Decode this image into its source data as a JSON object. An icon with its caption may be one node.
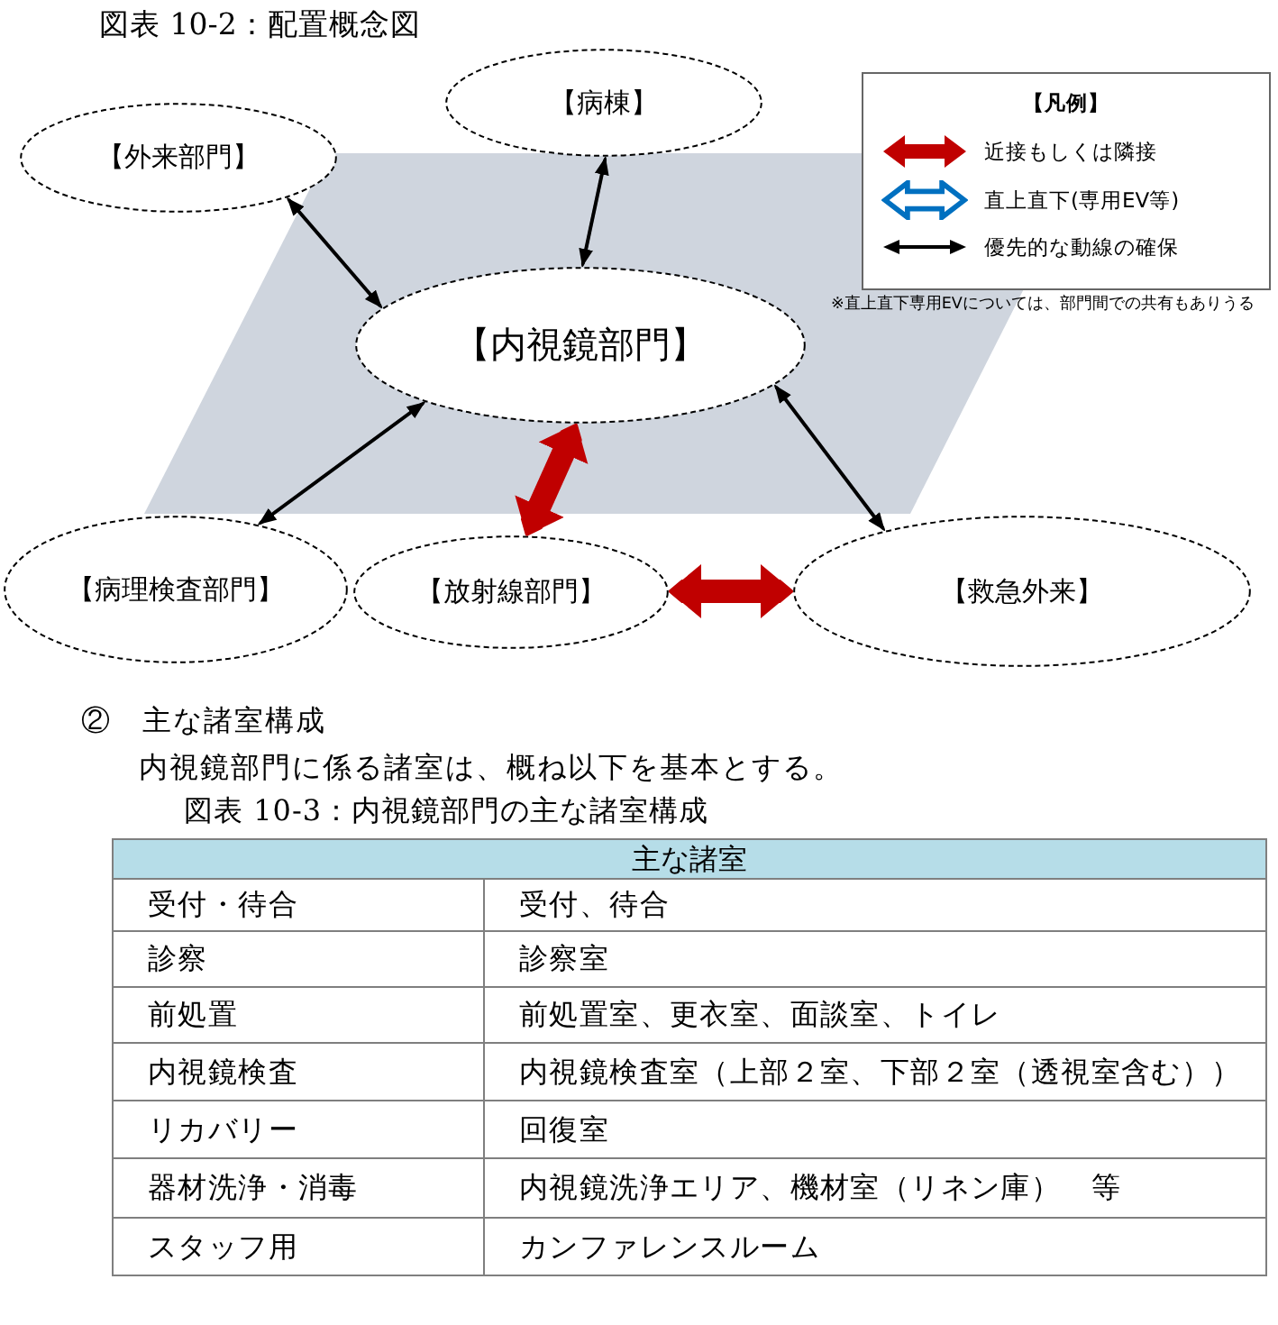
{
  "diagram": {
    "title": "図表 10-2：配置概念図",
    "nodes": [
      {
        "text": [
          "【外来部門】"
        ]
      },
      {
        "text": [
          "【病棟】"
        ]
      },
      {
        "text": [
          "【内視鏡部門】"
        ]
      },
      {
        "text": [
          "【病理検査部門】"
        ]
      },
      {
        "text": [
          "【放射線部門】"
        ]
      },
      {
        "text": [
          "【救急外来】"
        ]
      }
    ],
    "edges": [
      {
        "from": 0,
        "to": 2,
        "arrow": "both"
      },
      {
        "from": 1,
        "to": 2,
        "arrow": "both"
      },
      {
        "from": 2,
        "to": 3,
        "arrow": "both"
      },
      {
        "from": 2,
        "to": 4,
        "arrow": "both",
        "style": "thick",
        "color": "#c00000"
      },
      {
        "from": 2,
        "to": 5,
        "arrow": "both"
      },
      {
        "from": 4,
        "to": 5,
        "arrow": "both",
        "style": "thick",
        "color": "#c00000"
      }
    ],
    "labels": [
      "【凡例】",
      "※直上直下専用EVについては、部門間での共有もありうる",
      "②　主な諸室構成",
      "内視鏡部門に係る諸室は、概ね以下を基本とする。",
      "図表 10-3：内視鏡部門の主な諸室構成",
      "主な諸室",
      "受付・待合",
      "受付、待合",
      "診察",
      "診察室",
      "前処置",
      "前処置室、更衣室、面談室、トイレ",
      "内視鏡検査",
      "内視鏡検査室（上部２室、下部２室（透視室含む））",
      "リカバリー",
      "回復室",
      "器材洗浄・消毒",
      "内視鏡洗浄エリア、機材室（リネン庫）　等",
      "スタッフ用",
      "カンファレンスルーム"
    ],
    "legend": [
      {
        "text": "近接もしくは隣接"
      },
      {
        "text": "直上直下(専用EV等)"
      },
      {
        "text": "優先的な動線の確保"
      }
    ]
  }
}
